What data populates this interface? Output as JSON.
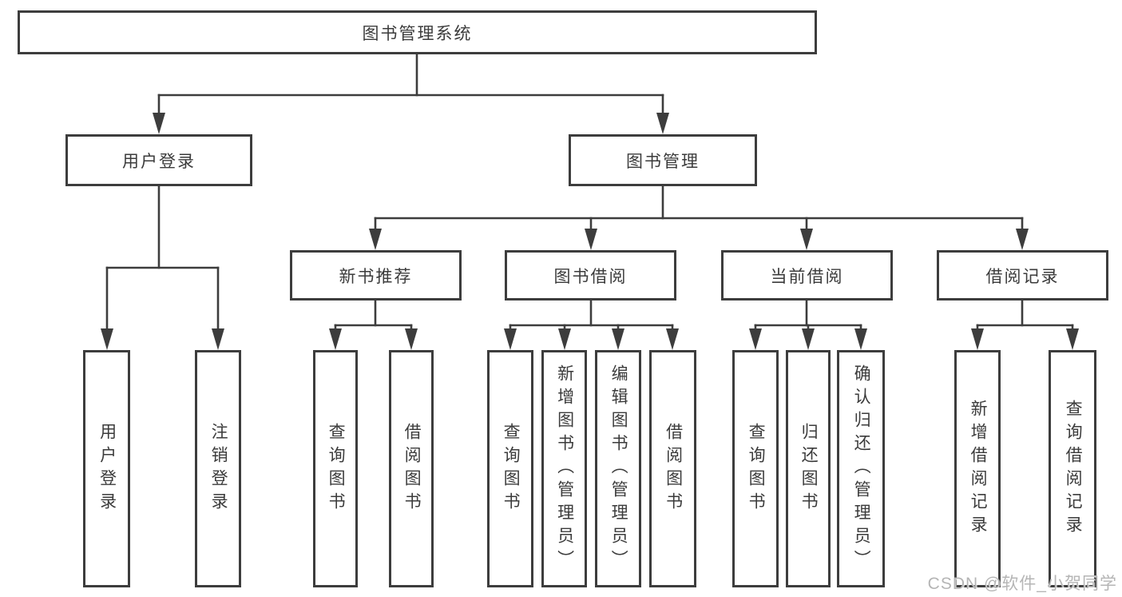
{
  "diagram": {
    "title": "图书管理系统",
    "branches": [
      {
        "label": "用户登录",
        "children": [
          {
            "label": "用户登录"
          },
          {
            "label": "注销登录"
          }
        ]
      },
      {
        "label": "图书管理",
        "children": [
          {
            "label": "新书推荐",
            "children": [
              {
                "label": "查询图书"
              },
              {
                "label": "借阅图书"
              }
            ]
          },
          {
            "label": "图书借阅",
            "children": [
              {
                "label": "查询图书"
              },
              {
                "label": "新增图书（管理员）"
              },
              {
                "label": "编辑图书（管理员）"
              },
              {
                "label": "借阅图书"
              }
            ]
          },
          {
            "label": "当前借阅",
            "children": [
              {
                "label": "查询图书"
              },
              {
                "label": "归还图书"
              },
              {
                "label": "确认归还（管理员）"
              }
            ]
          },
          {
            "label": "借阅记录",
            "children": [
              {
                "label": "新增借阅记录"
              },
              {
                "label": "查询借阅记录"
              }
            ]
          }
        ]
      }
    ]
  },
  "watermark": {
    "text": "CSDN @软件_小贺同学"
  },
  "colors": {
    "line": "#3d3d3d",
    "border": "#3d3d3d",
    "text": "#3b3b3b",
    "background": "#ffffff",
    "watermark": "#b5b5b5"
  }
}
